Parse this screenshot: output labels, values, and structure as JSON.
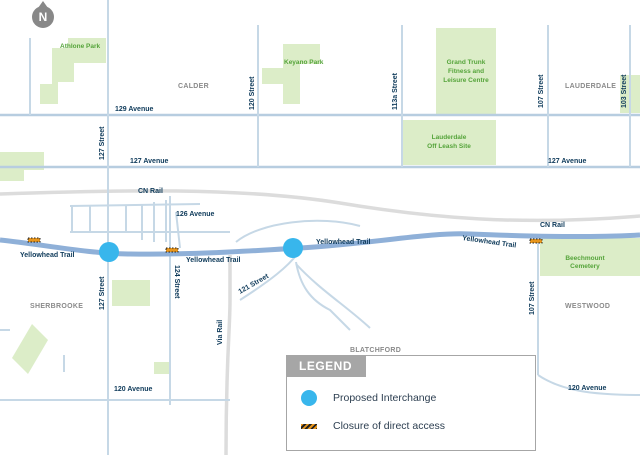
{
  "north": "N",
  "parks": [
    "Athlone Park",
    "Keyano Park",
    "Grand Trunk",
    "Fitness and",
    "Leisure Centre",
    "Lauderdale",
    "Off Leash Site",
    "Beechmount",
    "Cemetery"
  ],
  "neighbourhoods": [
    "CALDER",
    "LAUDERDALE",
    "SHERBROOKE",
    "WESTWOOD",
    "BLATCHFORD"
  ],
  "streets": {
    "ave129": "129 Avenue",
    "ave127_w": "127 Avenue",
    "ave127_e": "127 Avenue",
    "ave126": "126 Avenue",
    "ave120_w": "120 Avenue",
    "ave120_e": "120 Avenue",
    "st127_n": "127 Street",
    "st127_s": "127 Street",
    "st124": "124 Street",
    "st121": "121 Street",
    "st120": "120 Street",
    "st113a": "113a Street",
    "st107_n": "107 Street",
    "st107_s": "107 Street",
    "st103": "103 Street",
    "via_rail": "Via Rail",
    "cn_rail_w": "CN Rail",
    "cn_rail_e": "CN Rail",
    "yellowhead_1": "Yellowhead Trail",
    "yellowhead_2": "Yellowhead Trail",
    "yellowhead_3": "Yellowhead Trail",
    "yellowhead_4": "Yellowhead Trail"
  },
  "legend": {
    "title": "LEGEND",
    "interchange": "Proposed Interchange",
    "closure": "Closure of direct access"
  },
  "colors": {
    "interchange": "#38b6ec",
    "closure": "#e7951c",
    "park": "#dcedc8",
    "road": "#c6d8e6",
    "highway": "#8fb0d8"
  }
}
